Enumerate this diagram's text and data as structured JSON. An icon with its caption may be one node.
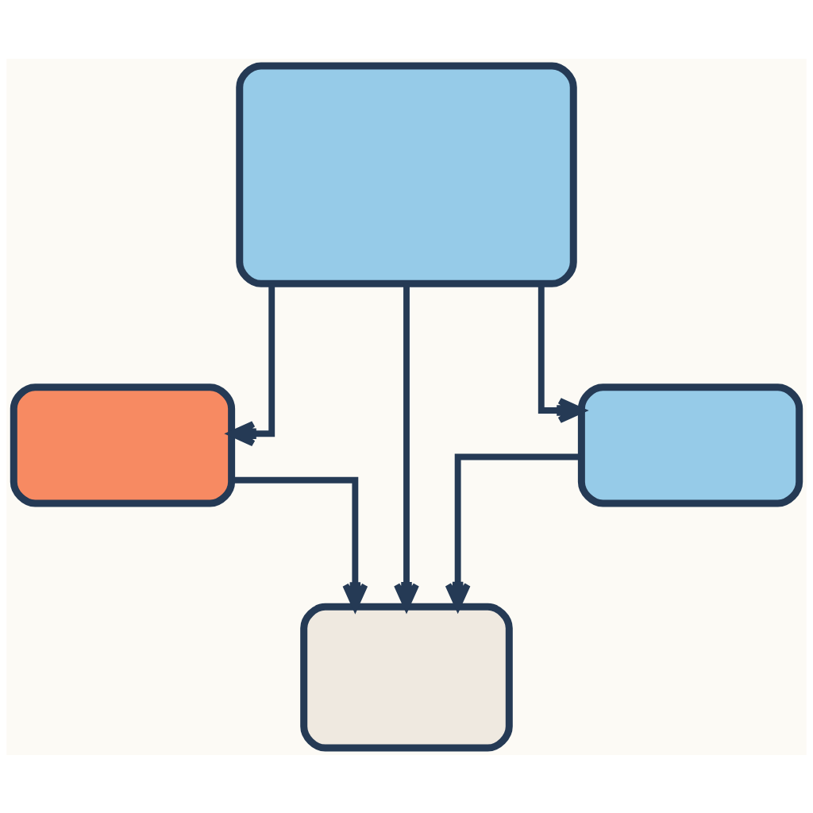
{
  "diagram": {
    "nodes": [
      {
        "text": [],
        "shape": "box"
      },
      {
        "text": [],
        "shape": "box"
      },
      {
        "text": [],
        "shape": "box"
      },
      {
        "text": [],
        "shape": "box"
      }
    ],
    "edges": [
      {
        "from": 0,
        "to": 1,
        "arrow": "to"
      },
      {
        "from": 0,
        "to": 3,
        "arrow": "to"
      },
      {
        "from": 0,
        "to": 2,
        "arrow": "to"
      },
      {
        "from": 1,
        "to": 3,
        "arrow": "to"
      },
      {
        "from": 2,
        "to": 3,
        "arrow": "to"
      }
    ]
  }
}
